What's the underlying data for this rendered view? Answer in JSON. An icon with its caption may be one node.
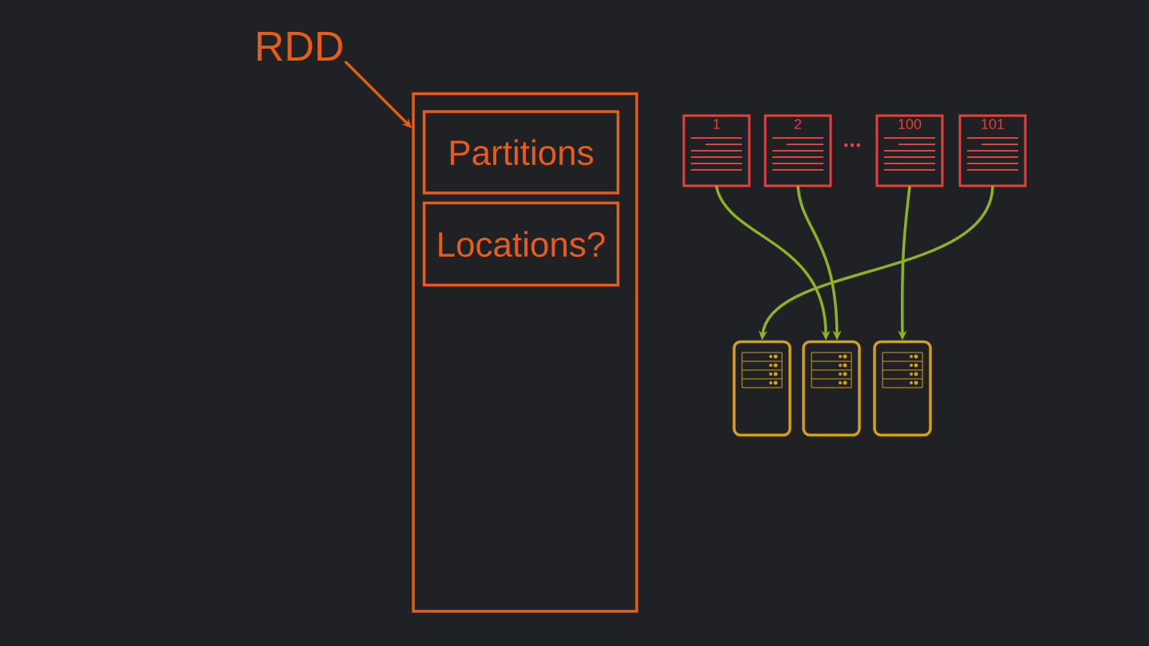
{
  "diagram": {
    "nodes": [
      {
        "text": [
          "RDD"
        ]
      },
      {
        "text": [],
        "shape": "box"
      },
      {
        "text": [
          "Partitions"
        ],
        "in": 1
      },
      {
        "text": [
          "Locations?"
        ],
        "in": 1
      },
      {
        "text": [
          "1"
        ]
      },
      {
        "text": [
          "2"
        ]
      },
      {
        "text": [
          "100"
        ]
      },
      {
        "text": [
          "101"
        ]
      },
      {
        "text": [],
        "shape": "server"
      },
      {
        "text": [],
        "shape": "server"
      },
      {
        "text": [],
        "shape": "server"
      }
    ],
    "edges": [
      {
        "from": 0,
        "to": 1,
        "arrow": "to",
        "color": "#e65c1a"
      },
      {
        "from": 4,
        "to": 9,
        "arrow": "to"
      },
      {
        "from": 5,
        "to": 9,
        "arrow": "to"
      },
      {
        "from": 6,
        "to": 10,
        "arrow": "to"
      },
      {
        "from": 7,
        "to": 8,
        "arrow": "to"
      }
    ],
    "labels": [
      "..."
    ]
  }
}
